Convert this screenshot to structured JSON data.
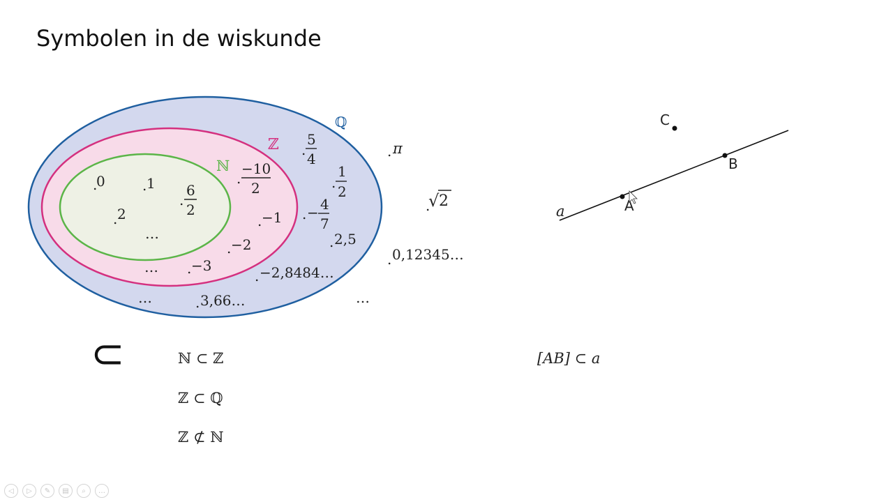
{
  "slide": {
    "title": "Symbolen in de wiskunde"
  },
  "venn": {
    "sets": {
      "Q": "ℚ",
      "Z": "ℤ",
      "N": "ℕ"
    },
    "colors": {
      "Q_fill": "#d3d8ee",
      "Q_stroke": "#1f5fa0",
      "Z_fill": "#f8dbe9",
      "Z_stroke": "#d4307f",
      "N_fill": "#eef1e5",
      "N_stroke": "#5bb548"
    },
    "n_elements": {
      "zero": "0",
      "one": "1",
      "two": "2",
      "six_num": "6",
      "six_den": "2",
      "dots": "…"
    },
    "z_elements": {
      "neg10_num": "−10",
      "neg10_den": "2",
      "neg1": "−1",
      "neg2": "−2",
      "neg3": "−3",
      "dots": "…"
    },
    "q_elements": {
      "five_num": "5",
      "five_den": "4",
      "half_num": "1",
      "half_den": "2",
      "negfour_sign": "−",
      "negfour_num": "4",
      "negfour_den": "7",
      "twofive": "2,5",
      "repeating": "−2,8484…",
      "three66": "3,66…",
      "dots": "…"
    },
    "outside": {
      "pi": "π",
      "sqrt_radical": "√",
      "sqrt_val": "2",
      "decimal": "0,12345…",
      "dots": "…"
    }
  },
  "geometry": {
    "line_label": "a",
    "point_a": "A",
    "point_b": "B",
    "point_c": "C"
  },
  "symbols": {
    "big_symbol": "⊂",
    "relations": [
      "ℕ ⊂ ℤ",
      "ℤ ⊂ ℚ",
      "ℤ ⊄ ℕ"
    ],
    "segment_relation": "[AB] ⊂ a"
  },
  "toolbar": {
    "items": [
      {
        "name": "prev-slide-icon",
        "glyph": "◁"
      },
      {
        "name": "next-slide-icon",
        "glyph": "▷"
      },
      {
        "name": "pen-icon",
        "glyph": "✎"
      },
      {
        "name": "slides-icon",
        "glyph": "▤"
      },
      {
        "name": "zoom-icon",
        "glyph": "⌕"
      },
      {
        "name": "more-icon",
        "glyph": "…"
      }
    ]
  }
}
